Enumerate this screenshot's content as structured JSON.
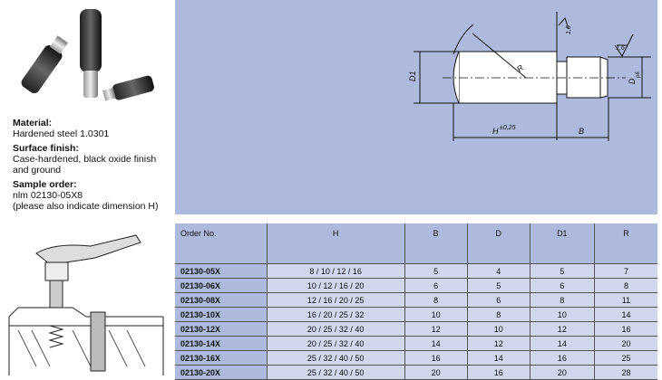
{
  "specs": {
    "material_label": "Material:",
    "material": "Hardened steel 1.0301",
    "finish_label": "Surface finish:",
    "finish": "Case-hardened, black oxide finish and ground",
    "sample_label": "Sample order:",
    "sample": "nlm 02130-05X8",
    "sample_note": "(please also indicate dimension H)"
  },
  "drawing": {
    "d1": "D1",
    "r": "R",
    "h": "H",
    "h_tol": "±0,25",
    "b": "B",
    "dp6": "D",
    "dp6_sub": "p6",
    "rough1": "1,6",
    "rough2": "1,6"
  },
  "table": {
    "headers": [
      "Order No.",
      "H",
      "B",
      "D",
      "D1",
      "R"
    ],
    "rows": [
      [
        "02130-05X",
        "8 / 10 / 12 / 16",
        "5",
        "4",
        "5",
        "7"
      ],
      [
        "02130-06X",
        "10 / 12 / 16 / 20",
        "6",
        "5",
        "6",
        "8"
      ],
      [
        "02130-08X",
        "12 / 16 / 20 / 25",
        "8",
        "6",
        "8",
        "11"
      ],
      [
        "02130-10X",
        "16 / 20 / 25 / 32",
        "10",
        "8",
        "10",
        "14"
      ],
      [
        "02130-12X",
        "20 / 25 / 32 / 40",
        "12",
        "10",
        "12",
        "16"
      ],
      [
        "02130-14X",
        "20 / 25 / 32 / 40",
        "14",
        "12",
        "14",
        "20"
      ],
      [
        "02130-16X",
        "25 / 32 / 40 / 50",
        "16",
        "14",
        "16",
        "25"
      ],
      [
        "02130-20X",
        "25 / 32 / 40 / 50",
        "20",
        "16",
        "20",
        "28"
      ]
    ]
  }
}
